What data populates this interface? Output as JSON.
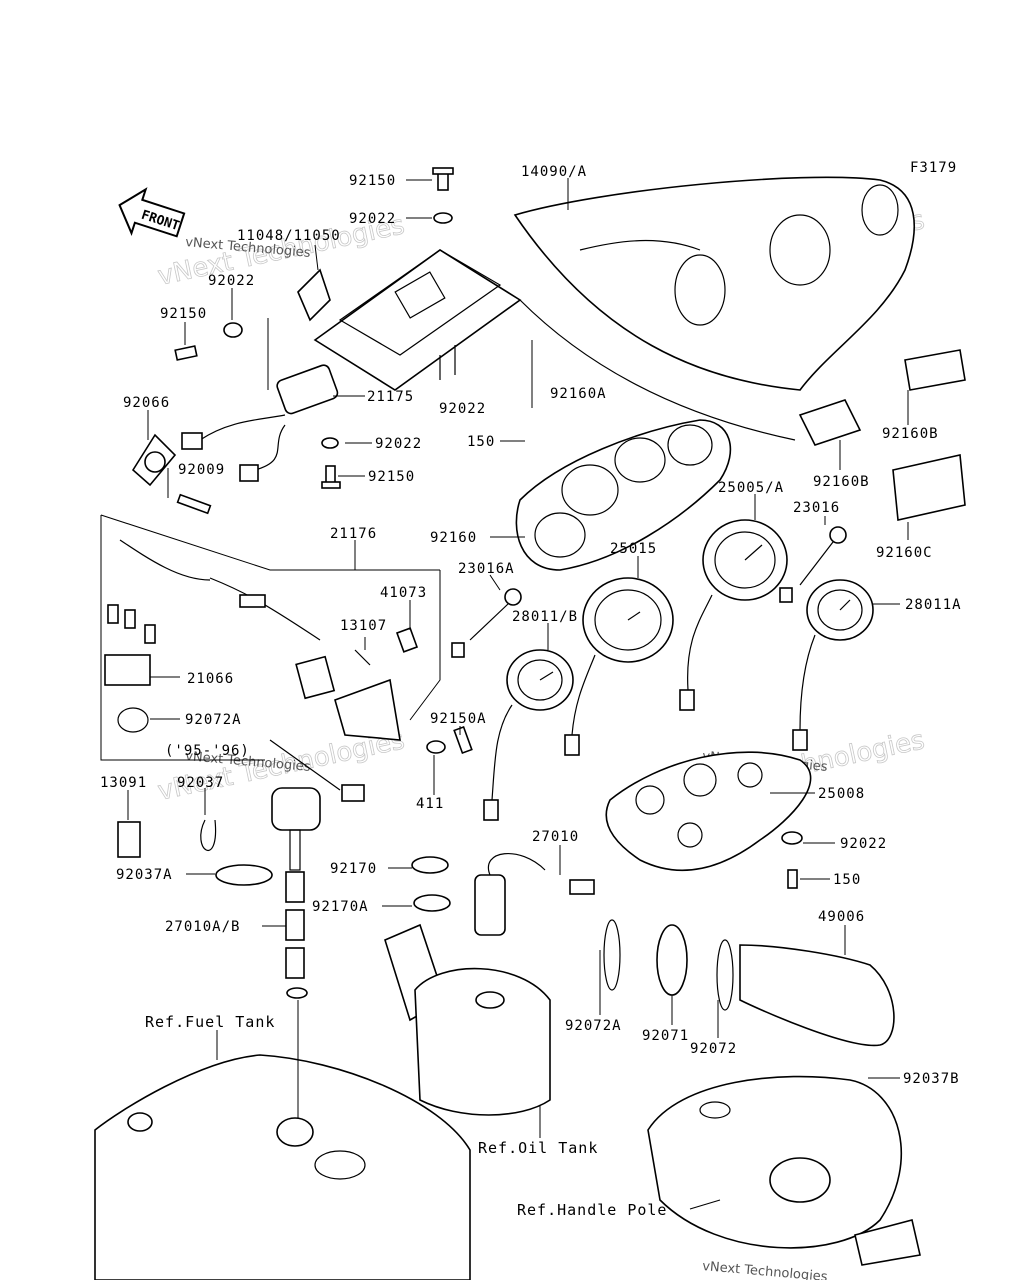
{
  "figure_id": "F3179",
  "front_label": "FRONT",
  "watermark": "vNext Technologies",
  "labels": {
    "l92150a": "92150",
    "l92022a": "92022",
    "l11048": "11048/11050",
    "l92022b": "92022",
    "l92150b": "92150",
    "l92066": "92066",
    "l21175": "21175",
    "l92022c": "92022",
    "l92009": "92009",
    "l92150c": "92150",
    "l14090": "14090/A",
    "l92022d": "92022",
    "l92160a": "92160A",
    "l150a": "150",
    "l92160b1": "92160B",
    "l92160b2": "92160B",
    "l92160c": "92160C",
    "l92160": "92160",
    "l25005": "25005/A",
    "l23016": "23016",
    "l25015": "25015",
    "l23016a": "23016A",
    "l28011a": "28011A",
    "l28011b": "28011/B",
    "l21176": "21176",
    "l41073": "41073",
    "l13107": "13107",
    "l21066": "21066",
    "l92072a1": "92072A",
    "l9596": "('95-'96)",
    "l92150a2": "92150A",
    "l411": "411",
    "l13091": "13091",
    "l92037": "92037",
    "l92037a": "92037A",
    "l27010ab": "27010A/B",
    "l92170": "92170",
    "l92170a": "92170A",
    "l27010": "27010",
    "l25008": "25008",
    "l92022e": "92022",
    "l150b": "150",
    "l49006": "49006",
    "l92072a2": "92072A",
    "l92071": "92071",
    "l92072": "92072",
    "l92037b": "92037B"
  },
  "refs": {
    "fuel_tank": "Ref.Fuel Tank",
    "oil_tank": "Ref.Oil Tank",
    "handle_pole": "Ref.Handle Pole"
  }
}
